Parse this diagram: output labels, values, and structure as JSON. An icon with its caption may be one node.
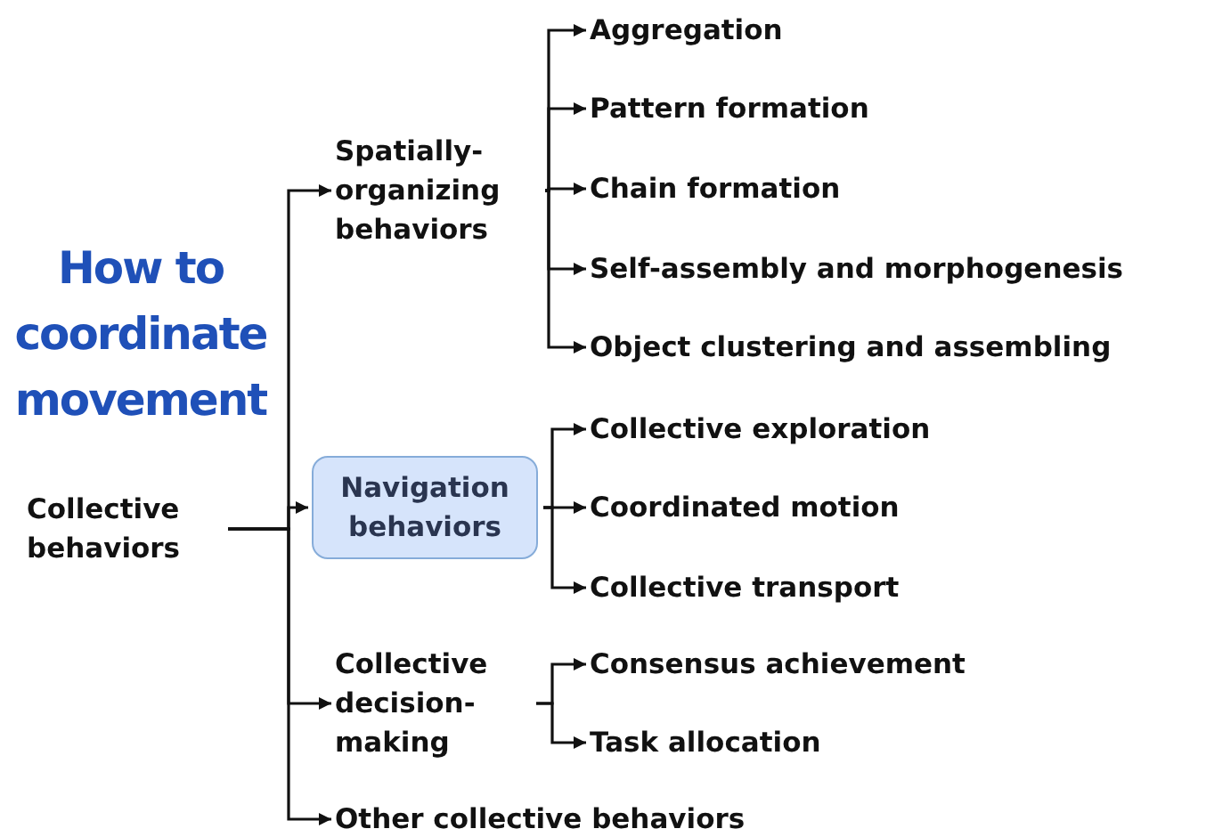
{
  "diagram": {
    "title": "How to coordinate movement",
    "nodes": [
      {
        "text": [
          "Collective behaviors"
        ]
      },
      {
        "text": [
          "Spatially-organizing behaviors"
        ]
      },
      {
        "text": [
          "Navigation behaviors"
        ]
      },
      {
        "text": [
          "Collective decision-making"
        ]
      },
      {
        "text": [
          "Other collective behaviors"
        ]
      },
      {
        "text": [
          "Aggregation"
        ]
      },
      {
        "text": [
          "Pattern formation"
        ]
      },
      {
        "text": [
          "Chain formation"
        ]
      },
      {
        "text": [
          "Self-assembly and morphogenesis"
        ]
      },
      {
        "text": [
          "Object clustering and assembling"
        ]
      },
      {
        "text": [
          "Collective exploration"
        ]
      },
      {
        "text": [
          "Coordinated motion"
        ]
      },
      {
        "text": [
          "Collective transport"
        ]
      },
      {
        "text": [
          "Consensus achievement"
        ]
      },
      {
        "text": [
          "Task allocation"
        ]
      }
    ],
    "edges": [
      {
        "from": 0,
        "to": 1,
        "arrow": "to"
      },
      {
        "from": 0,
        "to": 2,
        "arrow": "to"
      },
      {
        "from": 0,
        "to": 3,
        "arrow": "to"
      },
      {
        "from": 0,
        "to": 4,
        "arrow": "to"
      },
      {
        "from": 1,
        "to": 5,
        "arrow": "to"
      },
      {
        "from": 1,
        "to": 6,
        "arrow": "to"
      },
      {
        "from": 1,
        "to": 7,
        "arrow": "to"
      },
      {
        "from": 1,
        "to": 8,
        "arrow": "to"
      },
      {
        "from": 1,
        "to": 9,
        "arrow": "to"
      },
      {
        "from": 2,
        "to": 10,
        "arrow": "to"
      },
      {
        "from": 2,
        "to": 11,
        "arrow": "to"
      },
      {
        "from": 2,
        "to": 12,
        "arrow": "to"
      },
      {
        "from": 3,
        "to": 13,
        "arrow": "to"
      },
      {
        "from": 3,
        "to": 14,
        "arrow": "to"
      }
    ]
  }
}
